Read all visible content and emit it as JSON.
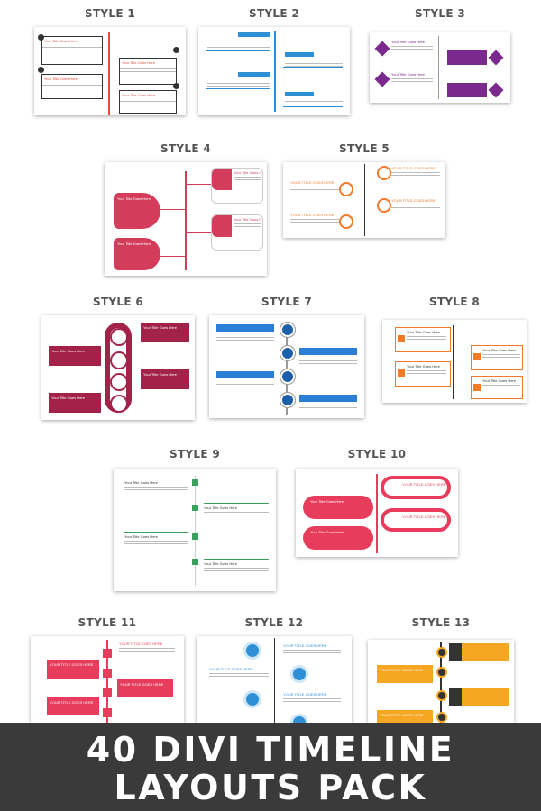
{
  "labels": {
    "s1": "STYLE 1",
    "s2": "STYLE 2",
    "s3": "STYLE 3",
    "s4": "STYLE 4",
    "s5": "STYLE 5",
    "s6": "STYLE 6",
    "s7": "STYLE 7",
    "s8": "STYLE 8",
    "s9": "STYLE 9",
    "s10": "STYLE 10",
    "s11": "STYLE 11",
    "s12": "STYLE 12",
    "s13": "STYLE 13"
  },
  "item": {
    "title": "Your Title Goes Here",
    "title_caps": "YOUR TITLE GOES HERE"
  },
  "banner": {
    "line1": "40 DIVI TIMELINE",
    "line2": "LAYOUTS PACK"
  },
  "colors": {
    "red": "#e84a3a",
    "blue": "#2f8fd6",
    "purple": "#7a2a8c",
    "crimson": "#d43c5c",
    "orange": "#f07a28",
    "maroon": "#a3224a",
    "teal": "#2a7fd4",
    "green": "#3aa15a",
    "pink": "#e83c5c",
    "yellow": "#f5a623",
    "dark": "#333333"
  }
}
